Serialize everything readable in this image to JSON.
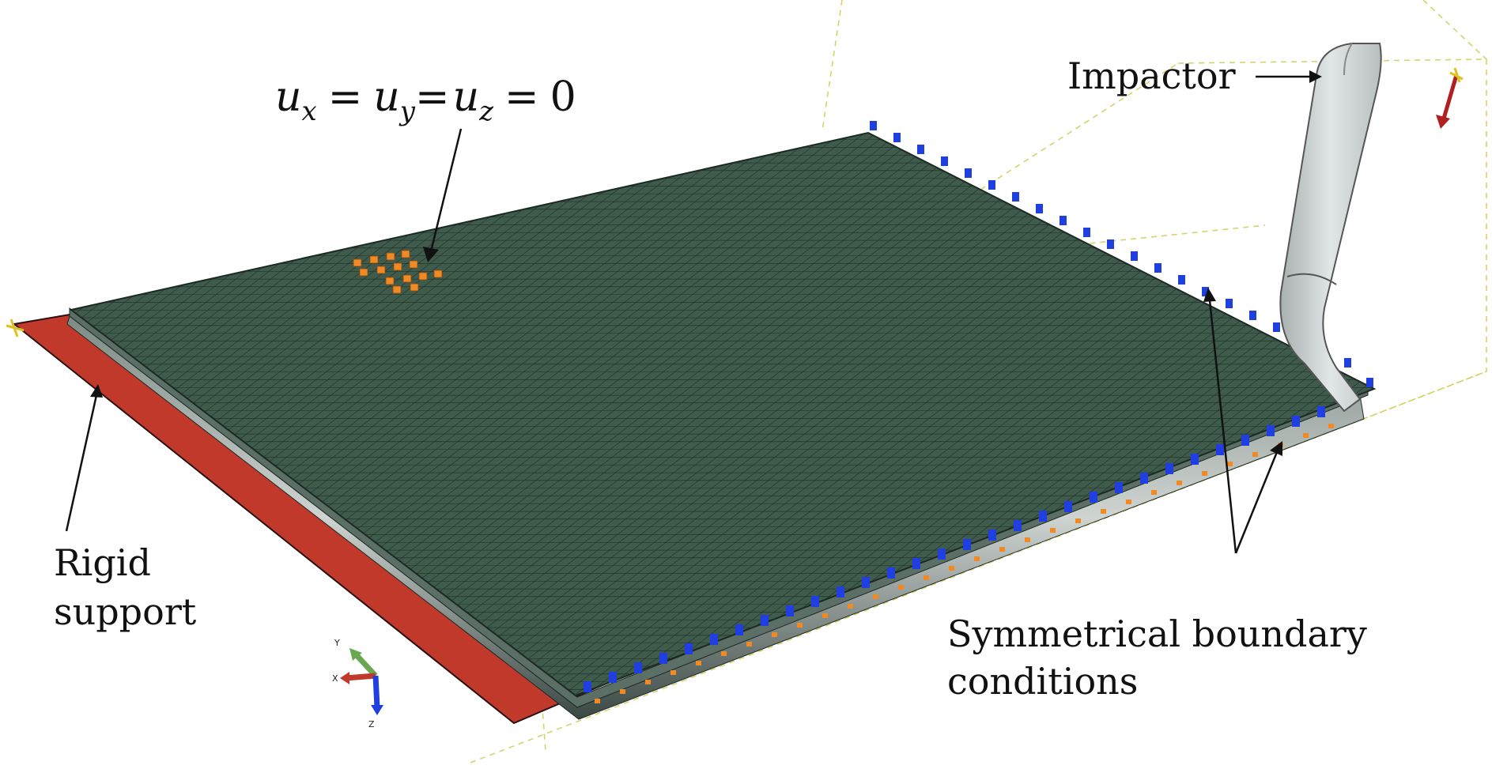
{
  "equation": {
    "u1": "u",
    "s1": "x",
    "eq1": "=",
    "u2": "u",
    "s2": "y",
    "eq2": "=",
    "u3": "u",
    "s3": "z",
    "eq3": "=",
    "zero": "0"
  },
  "labels": {
    "impactor": "Impactor",
    "rigid_line1": "Rigid",
    "rigid_line2": "support",
    "sym_line1": "Symmetrical boundary",
    "sym_line2": "conditions"
  },
  "triad": {
    "y": "Y",
    "x": "X",
    "z": "Z"
  },
  "colors": {
    "plate_green": "#3e5b4c",
    "mesh_line": "#1c2a23",
    "rigid_red": "#c0392b",
    "bc_blue": "#1f3fe0",
    "fixed_orange": "#f08a24",
    "impactor_grey": "#c9cfcf",
    "guide_yellow": "#d4d46a"
  }
}
